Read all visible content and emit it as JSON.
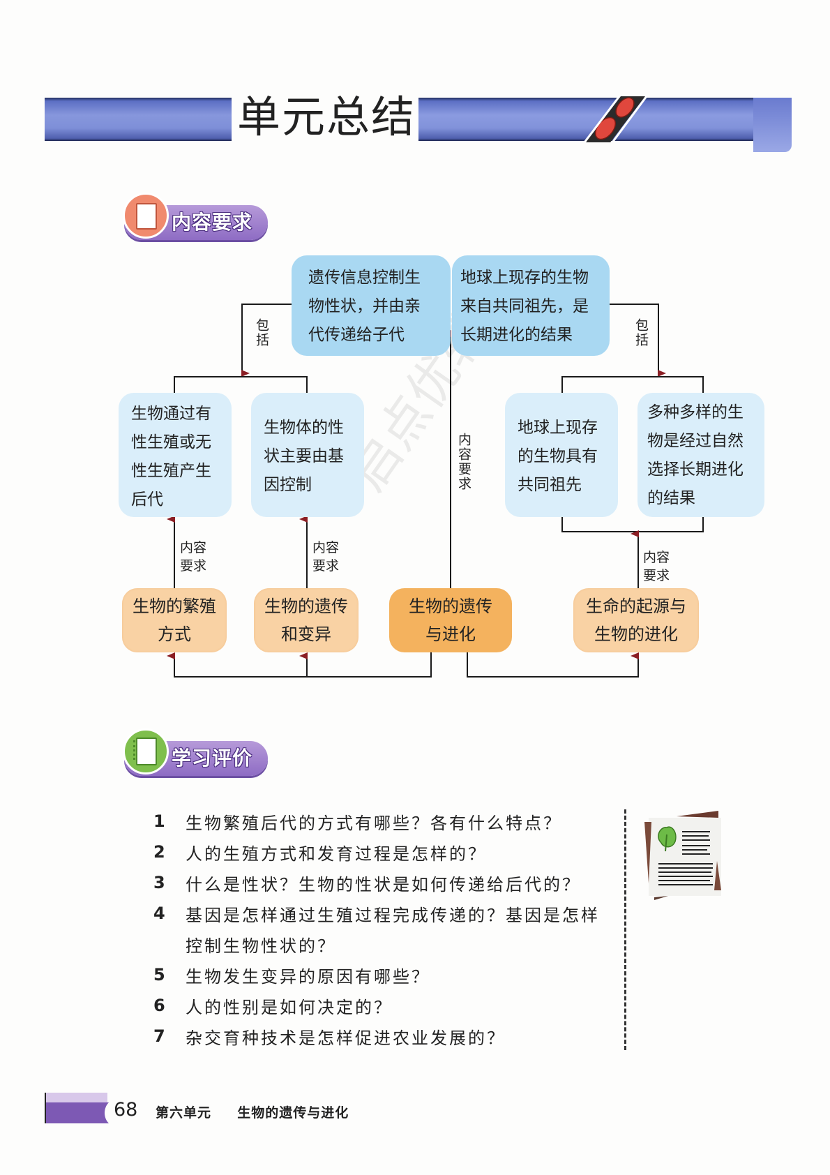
{
  "header": {
    "title": "单元总结"
  },
  "sections": {
    "content": {
      "label": "内容要求",
      "icon": "document-icon",
      "icon_color": "#f08a6e"
    },
    "evaluation": {
      "label": "学习评价",
      "icon": "notebook-icon",
      "icon_color": "#7fbf4d"
    }
  },
  "diagram": {
    "top_left": [
      "遗传信息控制生",
      "物性状，并由亲",
      "代传递给子代"
    ],
    "top_right": [
      "地球上现存的生物",
      "来自共同祖先，是",
      "长期进化的结果"
    ],
    "mid": [
      [
        "生物通过有",
        "性生殖或无",
        "性生殖产生",
        "后代"
      ],
      [
        "生物体的性",
        "状主要由基",
        "因控制"
      ],
      [
        "地球上现存",
        "的生物具有",
        "共同祖先"
      ],
      [
        "多种多样的生",
        "物是经过自然",
        "选择长期进化",
        "的结果"
      ]
    ],
    "bottom": [
      [
        "生物的繁殖",
        "方式"
      ],
      [
        "生物的遗传",
        "和变异"
      ],
      [
        "生物的遗传",
        "与进化"
      ],
      [
        "生命的起源与",
        "生物的进化"
      ]
    ],
    "label_include": "包括",
    "label_requirement": "内容要求",
    "label_req_line1": "内容",
    "label_req_line2": "要求",
    "colors": {
      "top_box": "#a9d8f2",
      "mid_box": "#daeefa",
      "bottom_box": "#f9d2a4",
      "main_box": "#f4b25e",
      "arrow": "#8b1e24"
    }
  },
  "questions": [
    {
      "num": "1",
      "lines": [
        "生物繁殖后代的方式有哪些？各有什么特点？"
      ]
    },
    {
      "num": "2",
      "lines": [
        "人的生殖方式和发育过程是怎样的？"
      ]
    },
    {
      "num": "3",
      "lines": [
        "什么是性状？生物的性状是如何传递给后代的？"
      ]
    },
    {
      "num": "4",
      "lines": [
        "基因是怎样通过生殖过程完成传递的？基因是怎样",
        "控制生物性状的？"
      ]
    },
    {
      "num": "5",
      "lines": [
        "生物发生变异的原因有哪些？"
      ]
    },
    {
      "num": "6",
      "lines": [
        "人的性别是如何决定的？"
      ]
    },
    {
      "num": "7",
      "lines": [
        "杂交育种技术是怎样促进农业发展的？"
      ]
    }
  ],
  "watermark": "启点优辅坊",
  "footer": {
    "page_number": "68",
    "unit": "第六单元",
    "unit_title": "生物的遗传与进化"
  }
}
